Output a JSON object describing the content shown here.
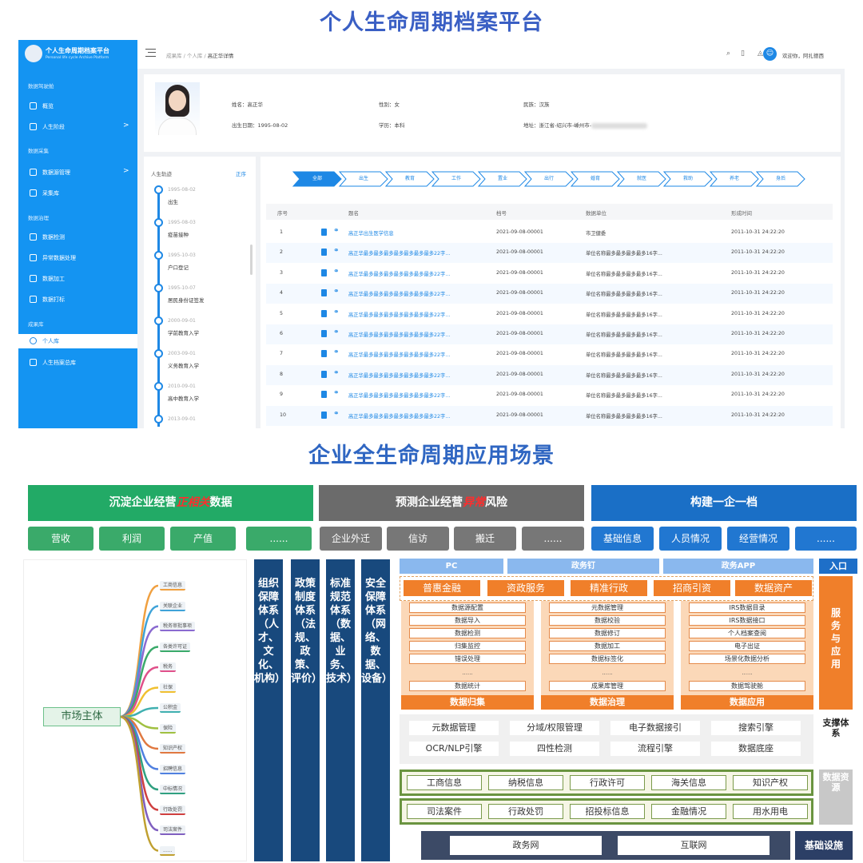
{
  "title_top": "个人生命周期档案平台",
  "title_bottom": "企业全生命周期应用场景",
  "app": {
    "logo_title": "个人生命周期档案平台",
    "logo_subtitle": "Personal life cycle Archive Platform",
    "sections": [
      {
        "label": "数据驾驶舱",
        "items": [
          {
            "label": "概览"
          },
          {
            "label": "人生阶段",
            "chevron": ">"
          }
        ]
      },
      {
        "label": "数据采集",
        "items": [
          {
            "label": "数据源管理",
            "chevron": ">"
          },
          {
            "label": "采集库"
          }
        ]
      },
      {
        "label": "数据治理",
        "items": [
          {
            "label": "数据检测"
          },
          {
            "label": "异常数据处理"
          },
          {
            "label": "数据加工"
          },
          {
            "label": "数据打标"
          }
        ]
      },
      {
        "label": "成果库",
        "items": [
          {
            "label": "个人库"
          },
          {
            "label": "人生档案总库"
          }
        ]
      }
    ],
    "breadcrumb": {
      "a": "成果库",
      "sep": "/",
      "b": "个人库",
      "c": "高正华详情"
    },
    "user_greeting": "欢迎你，阿扎德西",
    "profile": {
      "name": "姓名：高正华",
      "birth": "出生日期：1995-08-02",
      "gender": "性别：女",
      "education": "学历：本科",
      "ethnicity": "民族：汉族",
      "address": "地址：浙江省-绍兴市-嵊州市-"
    },
    "timeline": {
      "title": "人生轨迹",
      "order": "正序",
      "events": [
        {
          "date": "1995-08-02",
          "event": "出生"
        },
        {
          "date": "1995-08-03",
          "event": "疫苗接种"
        },
        {
          "date": "1995-10-03",
          "event": "户口登记"
        },
        {
          "date": "1995-10-07",
          "event": "居民身份证签发"
        },
        {
          "date": "2000-09-01",
          "event": "学前教育入学"
        },
        {
          "date": "2003-09-01",
          "event": "义务教育入学"
        },
        {
          "date": "2010-09-01",
          "event": "高中教育入学"
        },
        {
          "date": "2013-09-01",
          "event": ""
        }
      ]
    },
    "stages": [
      "全部",
      "出生",
      "教育",
      "工作",
      "置业",
      "出行",
      "婚育",
      "就医",
      "救助",
      "养老",
      "身后"
    ],
    "table": {
      "headers": [
        "序号",
        "题名",
        "档号",
        "数据单位",
        "形成时间"
      ],
      "rows": [
        {
          "no": "1",
          "title": "高正华出生医学信息",
          "code": "2021-09-08-00001",
          "unit": "市卫健委",
          "time": "2011-10-31 24:22:20"
        },
        {
          "no": "2",
          "title": "高正华最多最多最多最多最多最多最多22字...",
          "code": "2021-09-08-00001",
          "unit": "单位名称最多最多最多最多16字...",
          "time": "2011-10-31 24:22:20"
        },
        {
          "no": "3",
          "title": "高正华最多最多最多最多最多最多最多22字...",
          "code": "2021-09-08-00001",
          "unit": "单位名称最多最多最多最多16字...",
          "time": "2011-10-31 24:22:20"
        },
        {
          "no": "4",
          "title": "高正华最多最多最多最多最多最多最多22字...",
          "code": "2021-09-08-00001",
          "unit": "单位名称最多最多最多最多16字...",
          "time": "2011-10-31 24:22:20"
        },
        {
          "no": "5",
          "title": "高正华最多最多最多最多最多最多最多22字...",
          "code": "2021-09-08-00001",
          "unit": "单位名称最多最多最多最多16字...",
          "time": "2011-10-31 24:22:20"
        },
        {
          "no": "6",
          "title": "高正华最多最多最多最多最多最多最多22字...",
          "code": "2021-09-08-00001",
          "unit": "单位名称最多最多最多最多16字...",
          "time": "2011-10-31 24:22:20"
        },
        {
          "no": "7",
          "title": "高正华最多最多最多最多最多最多最多22字...",
          "code": "2021-09-08-00001",
          "unit": "单位名称最多最多最多最多16字...",
          "time": "2011-10-31 24:22:20"
        },
        {
          "no": "8",
          "title": "高正华最多最多最多最多最多最多最多22字...",
          "code": "2021-09-08-00001",
          "unit": "单位名称最多最多最多最多16字...",
          "time": "2011-10-31 24:22:20"
        },
        {
          "no": "9",
          "title": "高正华最多最多最多最多最多最多最多22字...",
          "code": "2021-09-08-00001",
          "unit": "单位名称最多最多最多最多16字...",
          "time": "2011-10-31 24:22:20"
        },
        {
          "no": "10",
          "title": "高正华最多最多最多最多最多最多最多22字...",
          "code": "2021-09-08-00001",
          "unit": "单位名称最多最多最多最多16字...",
          "time": "2011-10-31 24:22:20"
        }
      ]
    }
  },
  "diagram": {
    "banner1": {
      "pre": "沉淀企业经营",
      "em": "正相关",
      "post": "数据"
    },
    "banner2": {
      "pre": "预测企业经营",
      "em": "异常",
      "post": "风险"
    },
    "banner3": "构建一企一档",
    "pills_green": [
      "营收",
      "利润",
      "产值",
      "......"
    ],
    "pills_gray": [
      "企业外迁",
      "信访",
      "搬迁",
      "......"
    ],
    "pills_blue": [
      "基础信息",
      "人员情况",
      "经营情况",
      "......"
    ],
    "mindmap_root": "市场主体",
    "mindmap_nodes": [
      "工商信息",
      "关联企业",
      "税务审批事项",
      "各类许可证",
      "税务",
      "社保",
      "公积金",
      "保险",
      "知识产权",
      "招聘信息",
      "中标情况",
      "行政处罚",
      "司法案件",
      "......"
    ],
    "vertical_bars": [
      "组织保障体系（人才、文化、机构）",
      "政策制度体系（法规、政策、评价）",
      "标准规范体系（数据、业务、技术）",
      "安全保障体系（网络、数据、设备）"
    ],
    "platforms": [
      "PC",
      "政务钉",
      "政务APP"
    ],
    "entry_label": "入口",
    "services": [
      "普惠金融",
      "资政服务",
      "精准行政",
      "招商引资",
      "数据资产"
    ],
    "columns": [
      {
        "footer": "数据归集",
        "items": [
          "数据源配置",
          "数据导入",
          "数据检测",
          "归集监控",
          "错误处理",
          "数据统计"
        ]
      },
      {
        "footer": "数据治理",
        "items": [
          "元数据管理",
          "数据校验",
          "数据修订",
          "数据加工",
          "数据标签化",
          "成果库管理"
        ]
      },
      {
        "footer": "数据应用",
        "items": [
          "IRS数据目录",
          "IRS数据接口",
          "个人档案查阅",
          "电子出证",
          "场景化数据分析",
          "数据驾驶舱"
        ]
      }
    ],
    "column_dots": "......",
    "service_label": "服务与应用",
    "support": [
      "元数据管理",
      "分域/权限管理",
      "电子数据接引",
      "搜索引擎",
      "OCR/NLP引擎",
      "四性检测",
      "流程引擎",
      "数据底座"
    ],
    "support_label": "支撑体系",
    "resources_row1": [
      "工商信息",
      "纳税信息",
      "行政许可",
      "海关信息",
      "知识产权"
    ],
    "resources_row2": [
      "司法案件",
      "行政处罚",
      "招投标信息",
      "金融情况",
      "用水用电"
    ],
    "resource_label": "数据资源",
    "infra": [
      "政务网",
      "互联网"
    ],
    "infra_label": "基础设施"
  }
}
